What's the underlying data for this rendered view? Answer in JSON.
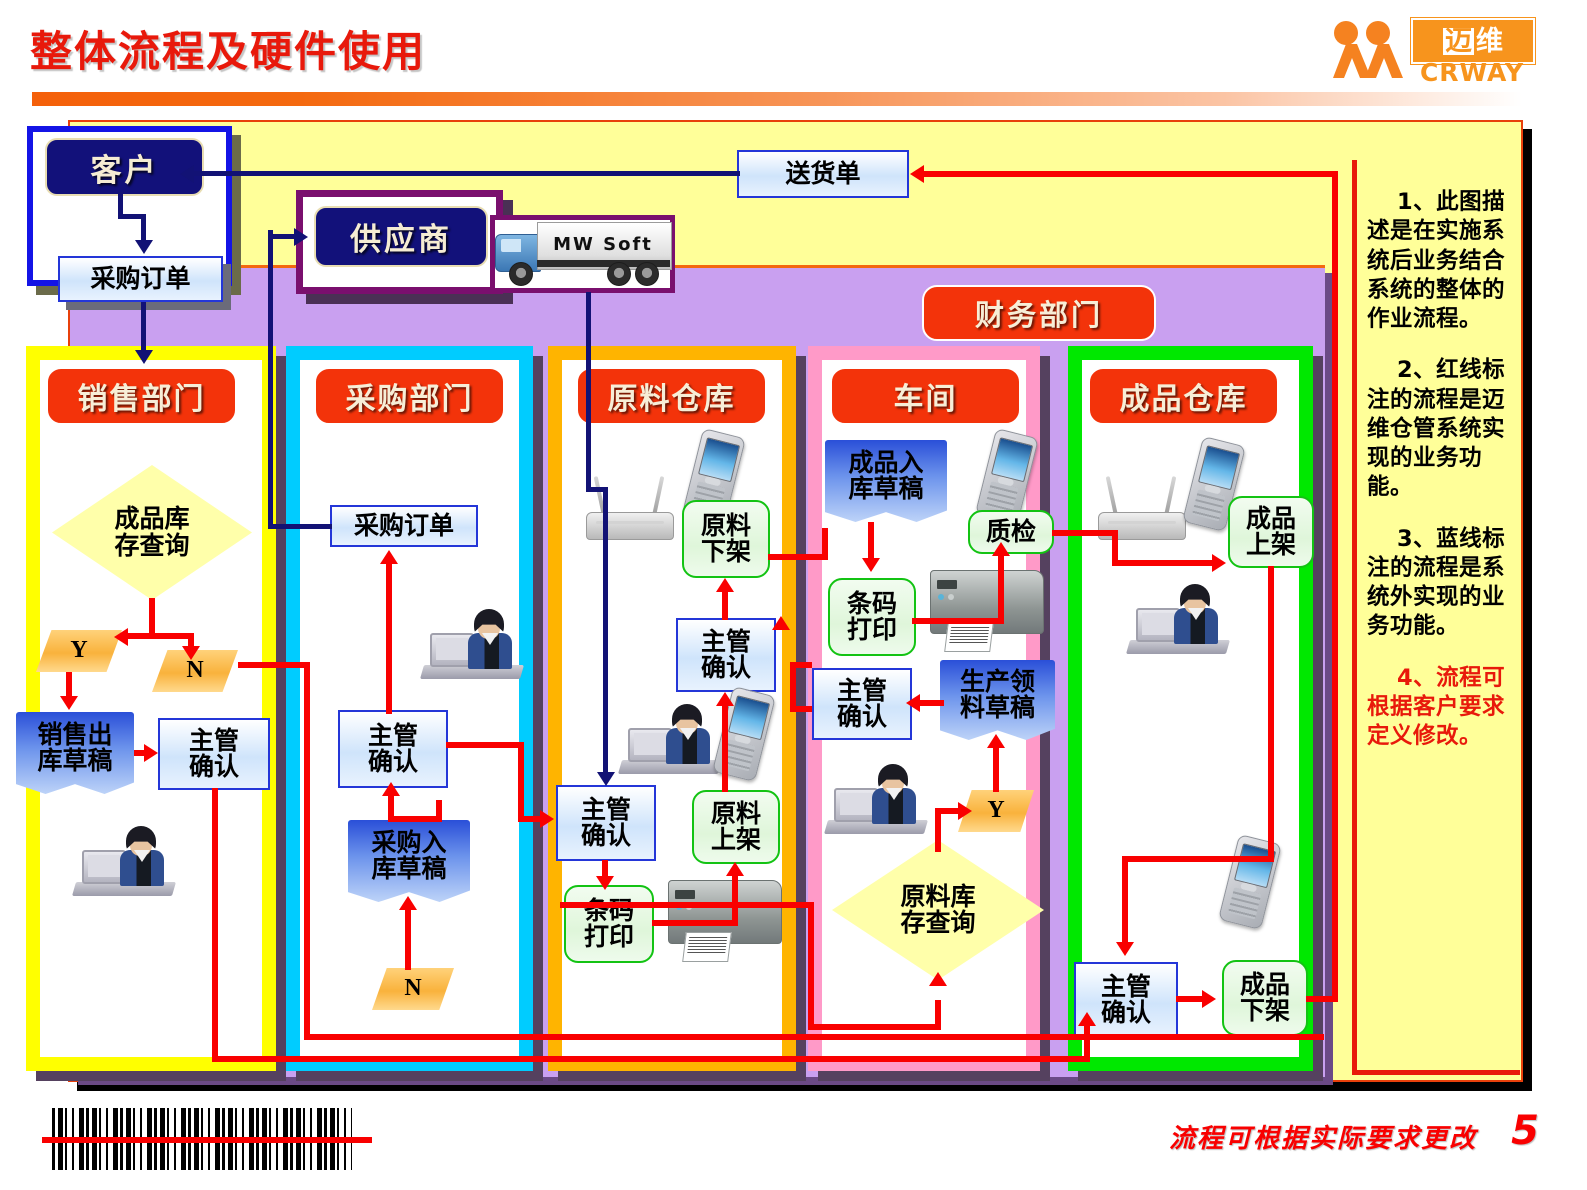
{
  "header": {
    "title": "整体流程及硬件使用",
    "logo_cn_1": "迈",
    "logo_cn_2": "维",
    "logo_en": "CRWAY"
  },
  "external": {
    "customer": "客户",
    "supplier": "供应商",
    "truck_label": "MW  Soft",
    "purchase_order_customer": "采购订单",
    "delivery_note": "送货单",
    "finance_department": "财务部门"
  },
  "departments": [
    {
      "name": "销售部门",
      "border_color": "#ffff00"
    },
    {
      "name": "采购部门",
      "border_color": "#00ccff"
    },
    {
      "name": "原料仓库",
      "border_color": "#ffb400"
    },
    {
      "name": "车间",
      "border_color": "#ff9ac8"
    },
    {
      "name": "成品仓库",
      "border_color": "#00e800"
    }
  ],
  "nodes": {
    "sales": {
      "inventory_query": "成品库\n存查询",
      "yes": "Y",
      "no": "N",
      "sales_out_draft": "销售出\n库草稿",
      "supervisor_confirm": "主管\n确认"
    },
    "purchasing": {
      "purchase_order": "采购订单",
      "supervisor_confirm": "主管\n确认",
      "purchase_in_draft": "采购入\n库草稿",
      "no": "N"
    },
    "raw_warehouse": {
      "raw_offshelf": "原料\n下架",
      "supervisor_confirm_top": "主管\n确认",
      "supervisor_confirm_bottom": "主管\n确认",
      "raw_onshelf": "原料\n上架",
      "barcode_print": "条码\n打印"
    },
    "workshop": {
      "fg_in_draft": "成品入\n库草稿",
      "quality_check": "质检",
      "barcode_print": "条码\n打印",
      "supervisor_confirm": "主管\n确认",
      "production_pick_draft": "生产领\n料草稿",
      "yes": "Y",
      "raw_inventory_query": "原料库\n存查询"
    },
    "fg_warehouse": {
      "fg_onshelf": "成品\n上架",
      "supervisor_confirm": "主管\n确认",
      "fg_offshelf": "成品\n下架"
    }
  },
  "notes": [
    {
      "text": "1、此图描述是在实施系统后业务结合系统的整体的作业流程。",
      "color": "#000000"
    },
    {
      "text": "2、红线标注的流程是迈维仓管系统实现的业务功能。",
      "color": "#000000"
    },
    {
      "text": "3、蓝线标注的流程是系统外实现的业务功能。",
      "color": "#000000"
    },
    {
      "text": "4、流程可根据客户要求定义修改。",
      "color": "#e8190b"
    }
  ],
  "footer": {
    "note": "流程可根据实际要求更改",
    "page_number": "5"
  },
  "colors": {
    "title_red": "#e8190b",
    "flow_red": "#f90000",
    "flow_blue": "#121275",
    "canvas_yellow": "#ffff99",
    "band_purple": "#c9a0f0",
    "dept_pill": "#f3330a"
  }
}
